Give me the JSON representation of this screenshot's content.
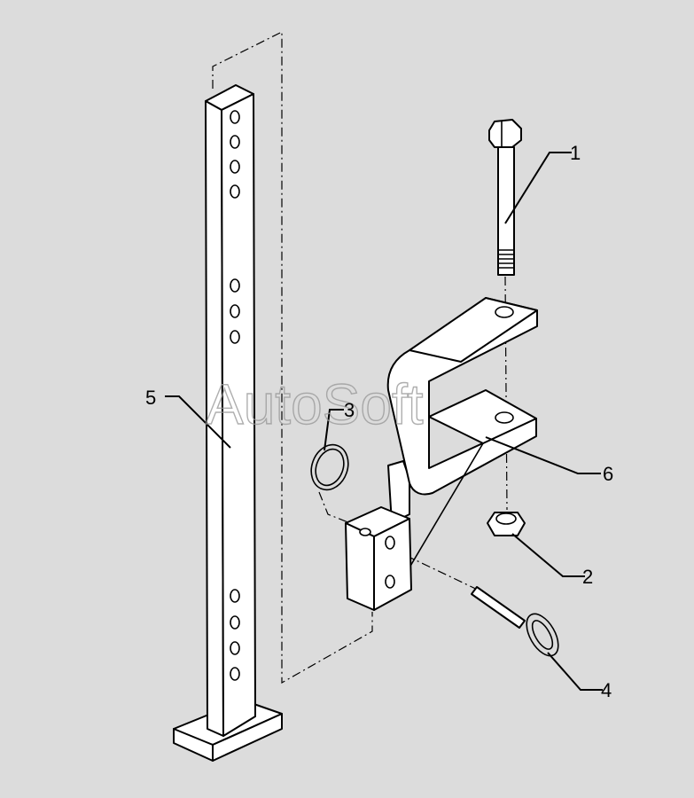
{
  "watermark": "AutoSoft",
  "callouts": [
    {
      "id": "1",
      "text": "1"
    },
    {
      "id": "2",
      "text": "2"
    },
    {
      "id": "3",
      "text": "3"
    },
    {
      "id": "4",
      "text": "4"
    },
    {
      "id": "5",
      "text": "5"
    },
    {
      "id": "6",
      "text": "6"
    }
  ],
  "colors": {
    "background": "#dcdcdc",
    "line": "#000000",
    "part_fill": "#ffffff",
    "watermark": "#9a9a9a"
  }
}
